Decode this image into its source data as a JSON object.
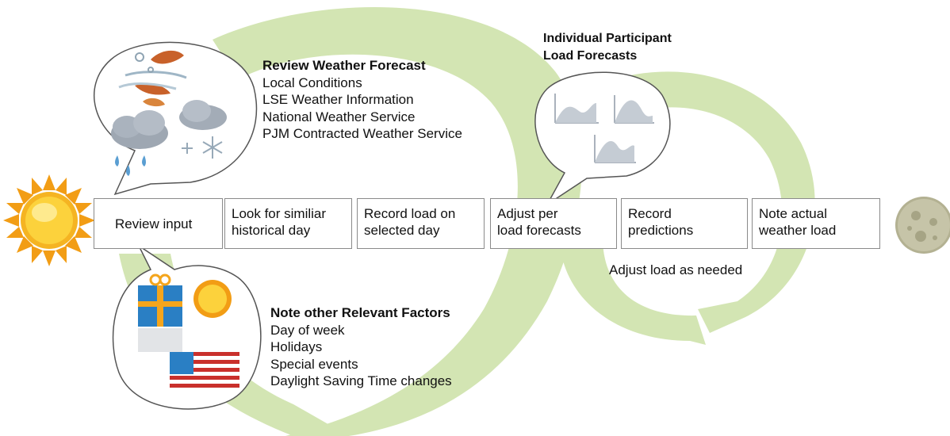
{
  "steps": [
    "Review input",
    "Look for similiar historical day",
    "Record load on selected day",
    "Adjust per load forecasts",
    "Record predictions",
    "Note actual weather load"
  ],
  "step_lines": [
    [
      "Review input"
    ],
    [
      "Look for similiar",
      "historical day"
    ],
    [
      "Record load on",
      "selected day"
    ],
    [
      "Adjust per",
      "load forecasts"
    ],
    [
      "Record",
      "predictions"
    ],
    [
      "Note actual",
      "weather load"
    ]
  ],
  "weather": {
    "heading": "Review Weather Forecast",
    "items": [
      "Local Conditions",
      "LSE Weather Information",
      "National Weather Service",
      "PJM Contracted Weather Service"
    ]
  },
  "factors": {
    "heading": "Note other Relevant Factors",
    "items": [
      "Day of week",
      "Holidays",
      "Special events",
      "Daylight Saving Time changes"
    ]
  },
  "participant": {
    "heading_lines": [
      "Individual Participant",
      "Load Forecasts"
    ]
  },
  "adjust_label": "Adjust load as needed",
  "colors": {
    "loop_green": "#d3e5b3",
    "sun": "#f7b81f",
    "moon": "#b9b79a",
    "gift_blue": "#2a7fc4",
    "flag_red": "#c9302c"
  },
  "icons": [
    "sun-icon",
    "moon-icon",
    "weather-icon",
    "gift-icon",
    "flag-icon",
    "load-curve-icon"
  ]
}
